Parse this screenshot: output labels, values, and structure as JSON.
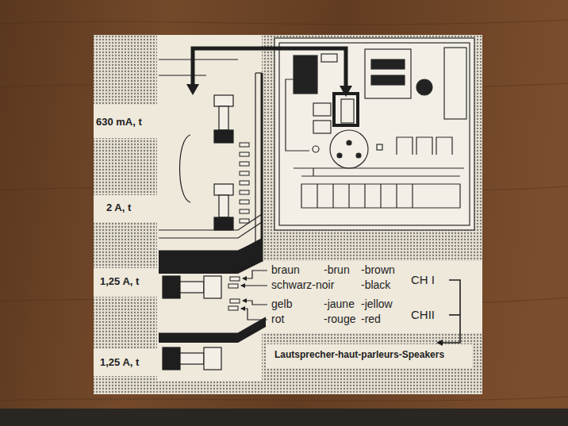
{
  "diagram": {
    "labels": [
      "630 mA, t",
      "2 A, t",
      "1,25 A, t",
      "braun",
      "-brun",
      "-brown",
      "schwarz-noir",
      "-black",
      "CH I",
      "gelb",
      "-jaune",
      "-jellow",
      "rot",
      "-rouge",
      "-red",
      "CHII",
      "Lautsprecher-haut-parleurs-Speakers",
      "1,25 A, t"
    ]
  }
}
